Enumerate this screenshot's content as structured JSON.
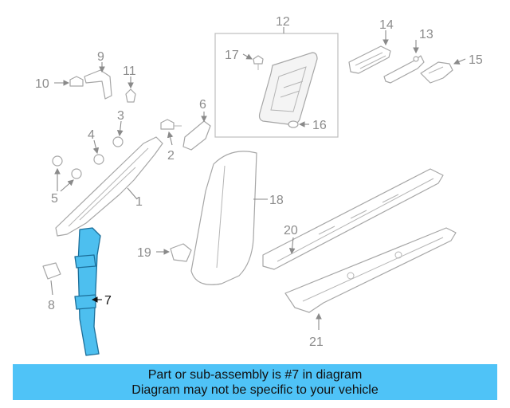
{
  "diagram": {
    "callouts": [
      "1",
      "2",
      "3",
      "4",
      "5",
      "6",
      "7",
      "8",
      "9",
      "10",
      "11",
      "12",
      "13",
      "14",
      "15",
      "16",
      "17",
      "18",
      "19",
      "20",
      "21"
    ],
    "highlight_color": "#4fc3f7"
  },
  "banner": {
    "line1": "Part or sub-assembly is #7 in diagram",
    "line2": "Diagram may not be specific to your vehicle"
  }
}
